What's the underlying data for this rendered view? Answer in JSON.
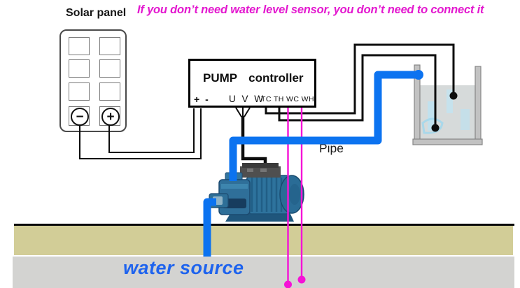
{
  "title": "If you don’t need water level sensor, you don’t need to connect it",
  "solar_panel": {
    "label": "Solar panel",
    "minus_symbol": "−",
    "plus_symbol": "+"
  },
  "controller": {
    "name_primary": "PUMP",
    "name_secondary": "controller",
    "dc_terminals": "+ -",
    "motor_terminals": "U V W",
    "sensor_terminals": "TC TH WC WH"
  },
  "labels": {
    "pipe": "Pipe",
    "water_source": "water source"
  },
  "colors": {
    "annotation_magenta": "#e318cf",
    "sensor_wire_magenta": "#f512d6",
    "pipe_blue": "#0c73f0",
    "water_source_text_blue": "#1e63ee",
    "ground_tan": "#d2cd97",
    "ground_gray": "#d3d3d1"
  }
}
